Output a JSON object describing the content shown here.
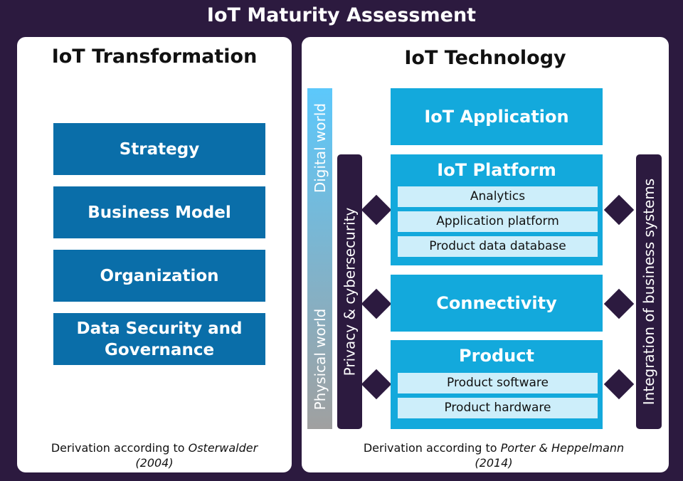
{
  "title": "IoT Maturity Assessment",
  "left": {
    "title": "IoT Transformation",
    "boxes": [
      "Strategy",
      "Business Model",
      "Organization",
      "Data Security and Governance"
    ],
    "footer_prefix": "Derivation according to ",
    "footer_italic": "Osterwalder (2004)"
  },
  "right": {
    "title": "IoT Technology",
    "gradient_bar": {
      "top_label": "Digital world",
      "bottom_label": "Physical world"
    },
    "privacy_label": "Privacy & cybersecurity",
    "integration_label": "Integration of business systems",
    "application": "IoT Application",
    "platform": {
      "label": "IoT Platform",
      "subs": [
        "Analytics",
        "Application platform",
        "Product data database"
      ]
    },
    "connectivity": "Connectivity",
    "product": {
      "label": "Product",
      "subs": [
        "Product software",
        "Product hardware"
      ]
    },
    "footer_prefix": "Derivation according to ",
    "footer_italic": "Porter & Heppelmann (2014)"
  },
  "colors": {
    "background": "#2c1a3f",
    "left_box": "#0a6ea9",
    "right_box": "#13a9dc",
    "sub_box": "#cdeefa"
  }
}
